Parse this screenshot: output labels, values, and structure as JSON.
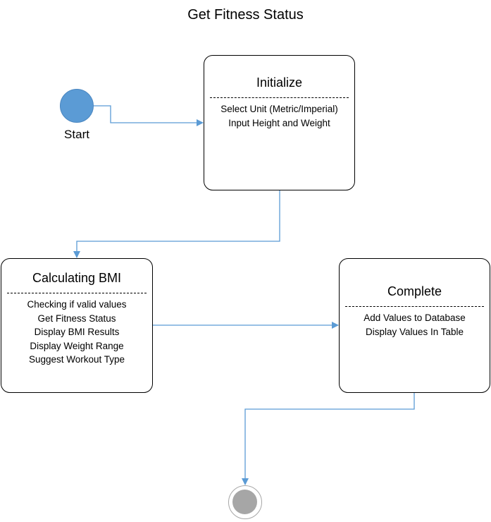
{
  "diagram": {
    "title": "Get Fitness Status",
    "start": {
      "label": "Start"
    },
    "states": [
      {
        "id": "initialize",
        "name": "Initialize",
        "activities": [
          "Select Unit (Metric/Imperial)",
          "Input Height and Weight"
        ]
      },
      {
        "id": "calculating-bmi",
        "name": "Calculating BMI",
        "activities": [
          "Checking if valid values",
          "Get Fitness Status",
          "Display BMI Results",
          "Display Weight Range",
          "Suggest Workout Type"
        ]
      },
      {
        "id": "complete",
        "name": "Complete",
        "activities": [
          "Add Values to Database",
          "Display Values In Table"
        ]
      }
    ],
    "transitions": [
      {
        "from": "start",
        "to": "initialize"
      },
      {
        "from": "initialize",
        "to": "calculating-bmi"
      },
      {
        "from": "calculating-bmi",
        "to": "complete"
      },
      {
        "from": "complete",
        "to": "end"
      }
    ],
    "colors": {
      "connector": "#5b9bd5",
      "start_fill": "#5b9bd5",
      "end_fill": "#a6a6a6",
      "state_border": "#000000"
    }
  }
}
